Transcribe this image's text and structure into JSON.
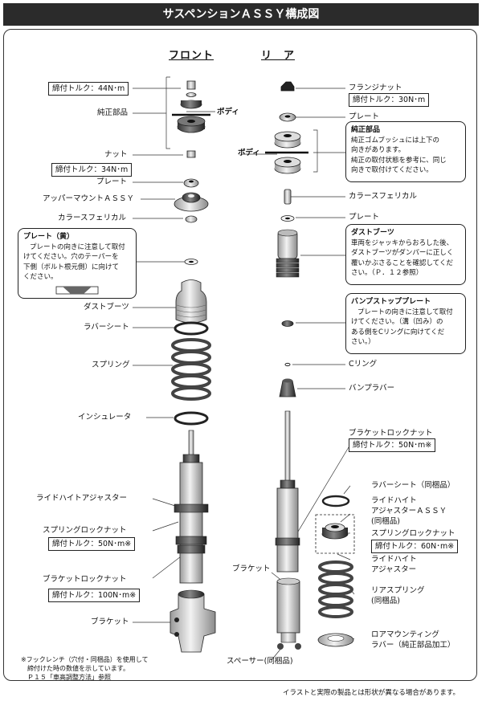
{
  "title": "サスペンションＡＳＳＹ構成図",
  "headers": {
    "front": "フロント",
    "rear": "リ　ア"
  },
  "front": {
    "torque_top": "締付トルク：44N･m",
    "genuine": "純正部品",
    "body": "ボディ",
    "nut": "ナット",
    "torque_nut": "締付トルク：34N･m",
    "plate": "プレート",
    "upper_mount": "アッパーマウントＡＳＳＹ",
    "collar": "カラースフェリカル",
    "note_plate_title": "プレート（黄）",
    "note_plate_l1": "プレートの向きに注意して取付",
    "note_plate_l2": "けてください。穴のテーパーを",
    "note_plate_l3": "下側（ボルト根元側）に向けて",
    "note_plate_l4": "ください。",
    "dust_boot": "ダストブーツ",
    "rubber_seat": "ラバーシート",
    "spring": "スプリング",
    "insulator": "インシュレータ",
    "ride_height": "ライドハイトアジャスター",
    "spring_lock": "スプリングロックナット",
    "torque_spring_lock": "締付トルク：50N･m※",
    "bracket_lock": "ブラケットロックナット",
    "torque_bracket_lock": "締付トルク：100N･m※",
    "bracket": "ブラケット"
  },
  "rear": {
    "flange_nut": "フランジナット",
    "torque_flange": "締付トルク：30N･m",
    "plate_top": "プレート",
    "body": "ボディ",
    "note_genuine_title": "純正部品",
    "note_genuine_l1": "純正ゴムブッシュには上下の",
    "note_genuine_l2": "向きがあります。",
    "note_genuine_l3": "純正の取付状態を参考に、同じ",
    "note_genuine_l4": "向きで取付けてください。",
    "collar": "カラースフェリカル",
    "plate": "プレート",
    "note_dust_title": "ダストブーツ",
    "note_dust_l1": "車両をジャッキからおろした後、",
    "note_dust_l2": "ダストブーツがダンパーに正しく",
    "note_dust_l3": "覆いかぶさることを確認してくだ",
    "note_dust_l4": "さい。（Ｐ．１２参照）",
    "note_bump_title": "バンプストッププレート",
    "note_bump_l1": "プレートの向きに注意して取付",
    "note_bump_l2": "けてください。（溝（凹み）の",
    "note_bump_l3": "ある側をCリングに向けてくだ",
    "note_bump_l4": "さい。）",
    "c_ring": "Cリング",
    "bump_rubber": "バンプラバー",
    "bracket_lock": "ブラケットロックナット",
    "torque_bracket_lock": "締付トルク：50N･m※",
    "rubber_seat": "ラバーシート（同梱品）",
    "ride_height_assy_l1": "ライドハイト",
    "ride_height_assy_l2": "アジャスターＡＳＳＹ",
    "ride_height_assy_l3": "(同梱品)",
    "spring_lock": "スプリングロックナット",
    "torque_spring_lock": "締付トルク：60N･m※",
    "ride_height_l1": "ライドハイト",
    "ride_height_l2": "アジャスター",
    "bracket": "ブラケット",
    "rear_spring_l1": "リアスプリング",
    "rear_spring_l2": "(同梱品)",
    "lower_mount_l1": "ロアマウンティング",
    "lower_mount_l2": "ラバー（純正部品加工）",
    "spacer": "スペーサー(同梱品)"
  },
  "footnote": {
    "l1": "※フックレンチ（穴付・同梱品）を使用して",
    "l2": "締付けた時の数値を示しています。",
    "l3": "Ｐ１５「車高調整方法」参照"
  },
  "disclaimer": "イラストと実際の製品とは形状が異なる場合があります。"
}
